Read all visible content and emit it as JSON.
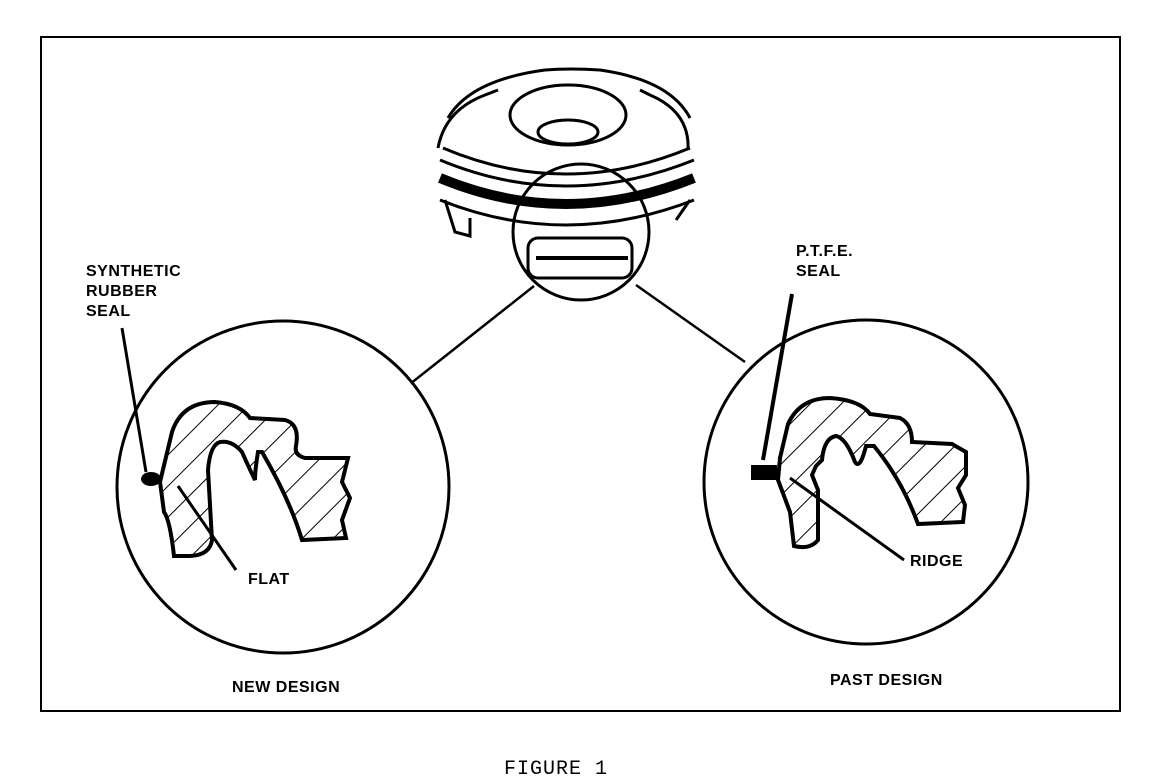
{
  "labels": {
    "synthetic_rubber_seal": [
      "SYNTHETIC",
      "RUBBER",
      "SEAL"
    ],
    "ptfe_seal": [
      "P.T.F.E.",
      "SEAL"
    ],
    "flat": "FLAT",
    "ridge": "RIDGE",
    "new_design": "NEW DESIGN",
    "past_design": "PAST DESIGN"
  },
  "caption": "FIGURE 1",
  "colors": {
    "ink": "#000000",
    "paper": "#ffffff"
  }
}
